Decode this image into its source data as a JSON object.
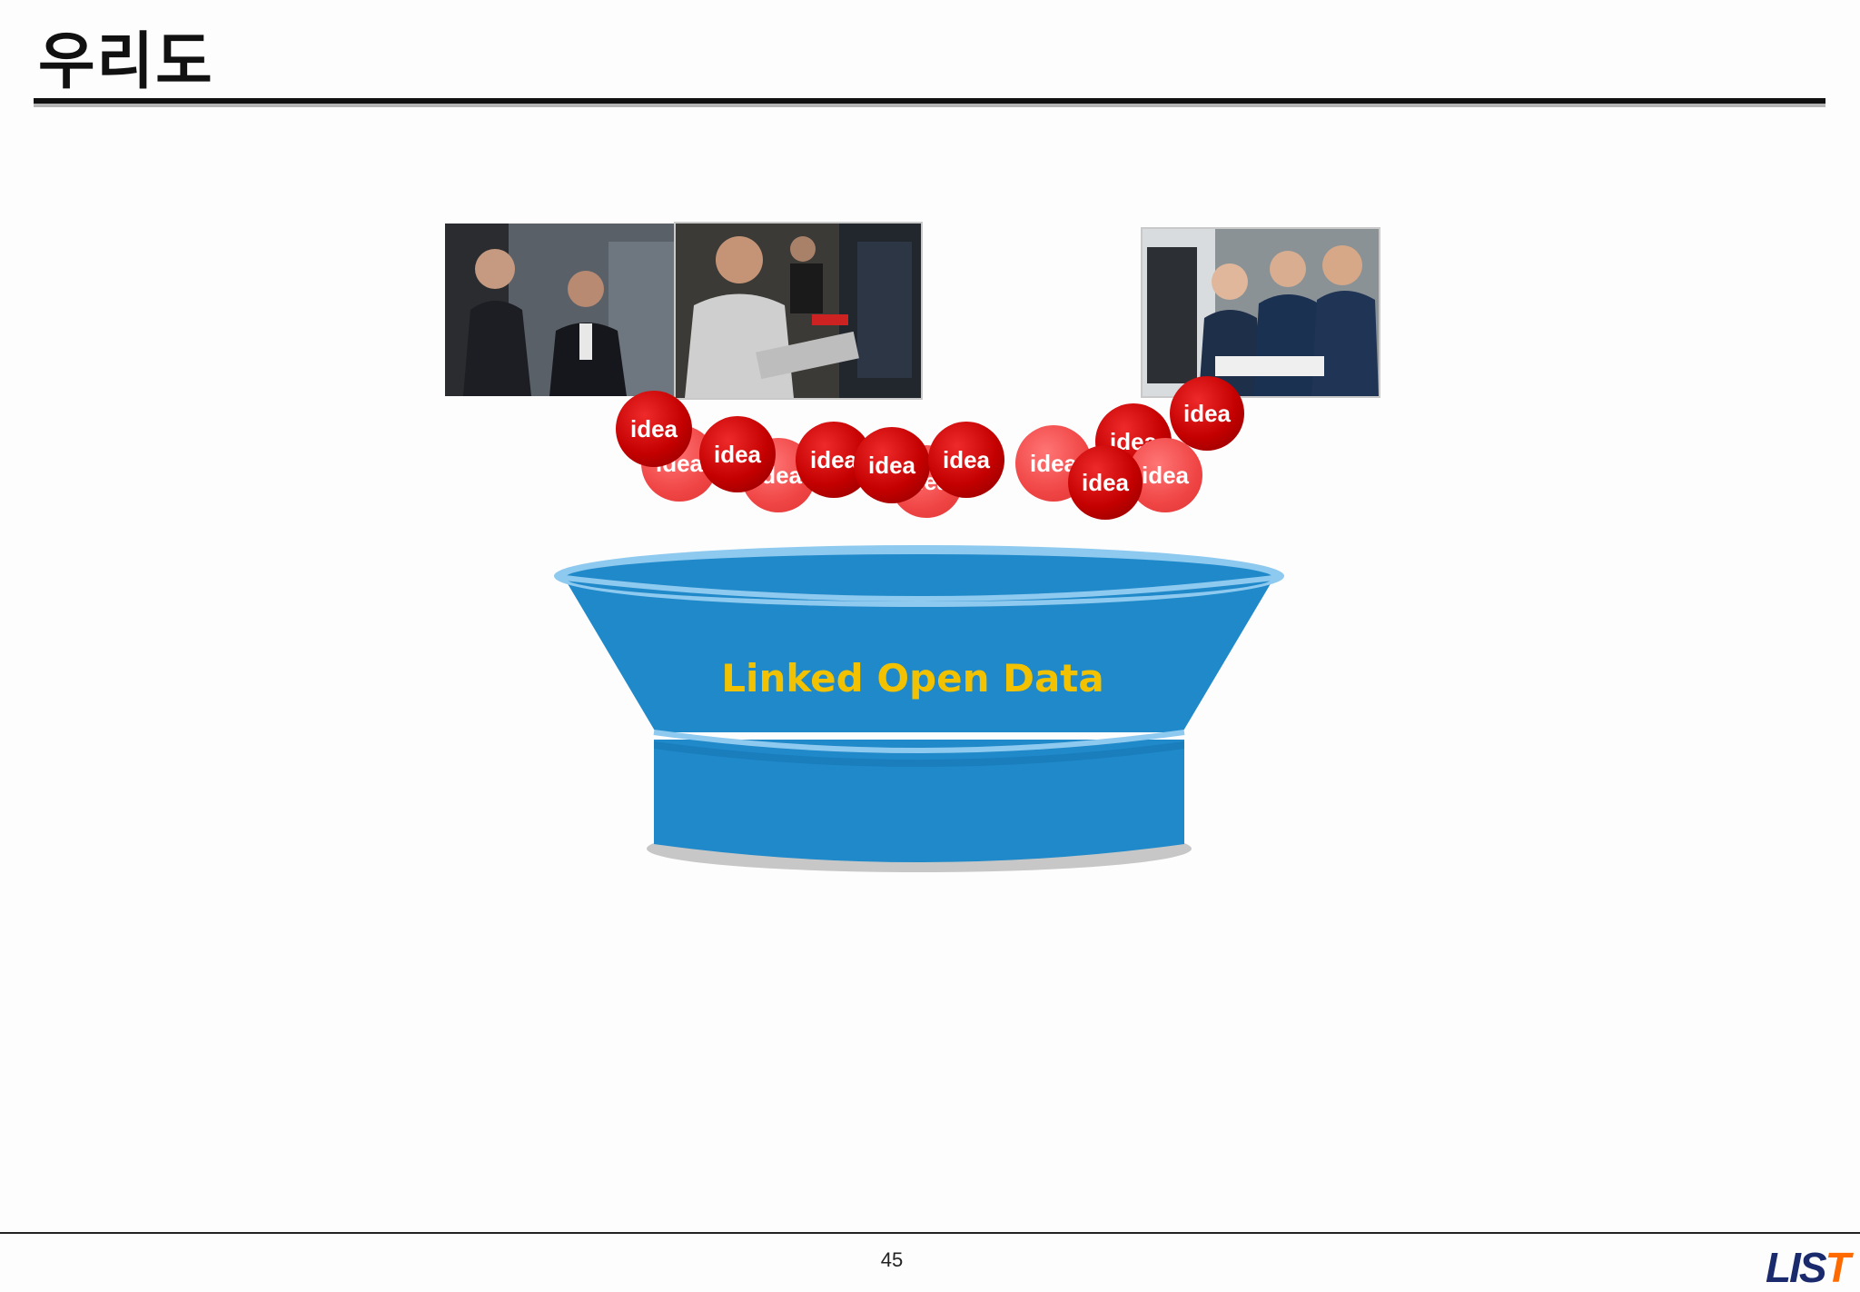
{
  "slide": {
    "title": "우리도",
    "page_number": "45"
  },
  "ideas": {
    "label": "idea"
  },
  "funnel": {
    "label": "Linked Open Data",
    "body_color": "#1f89c9",
    "rim_color": "#8ec9ef",
    "label_color": "#f2c200"
  },
  "photos": [
    {
      "name": "meeting-photo"
    },
    {
      "name": "lab-photo"
    },
    {
      "name": "students-photo"
    }
  ],
  "logo": {
    "text_part1": "LIS",
    "text_part2": "T"
  }
}
